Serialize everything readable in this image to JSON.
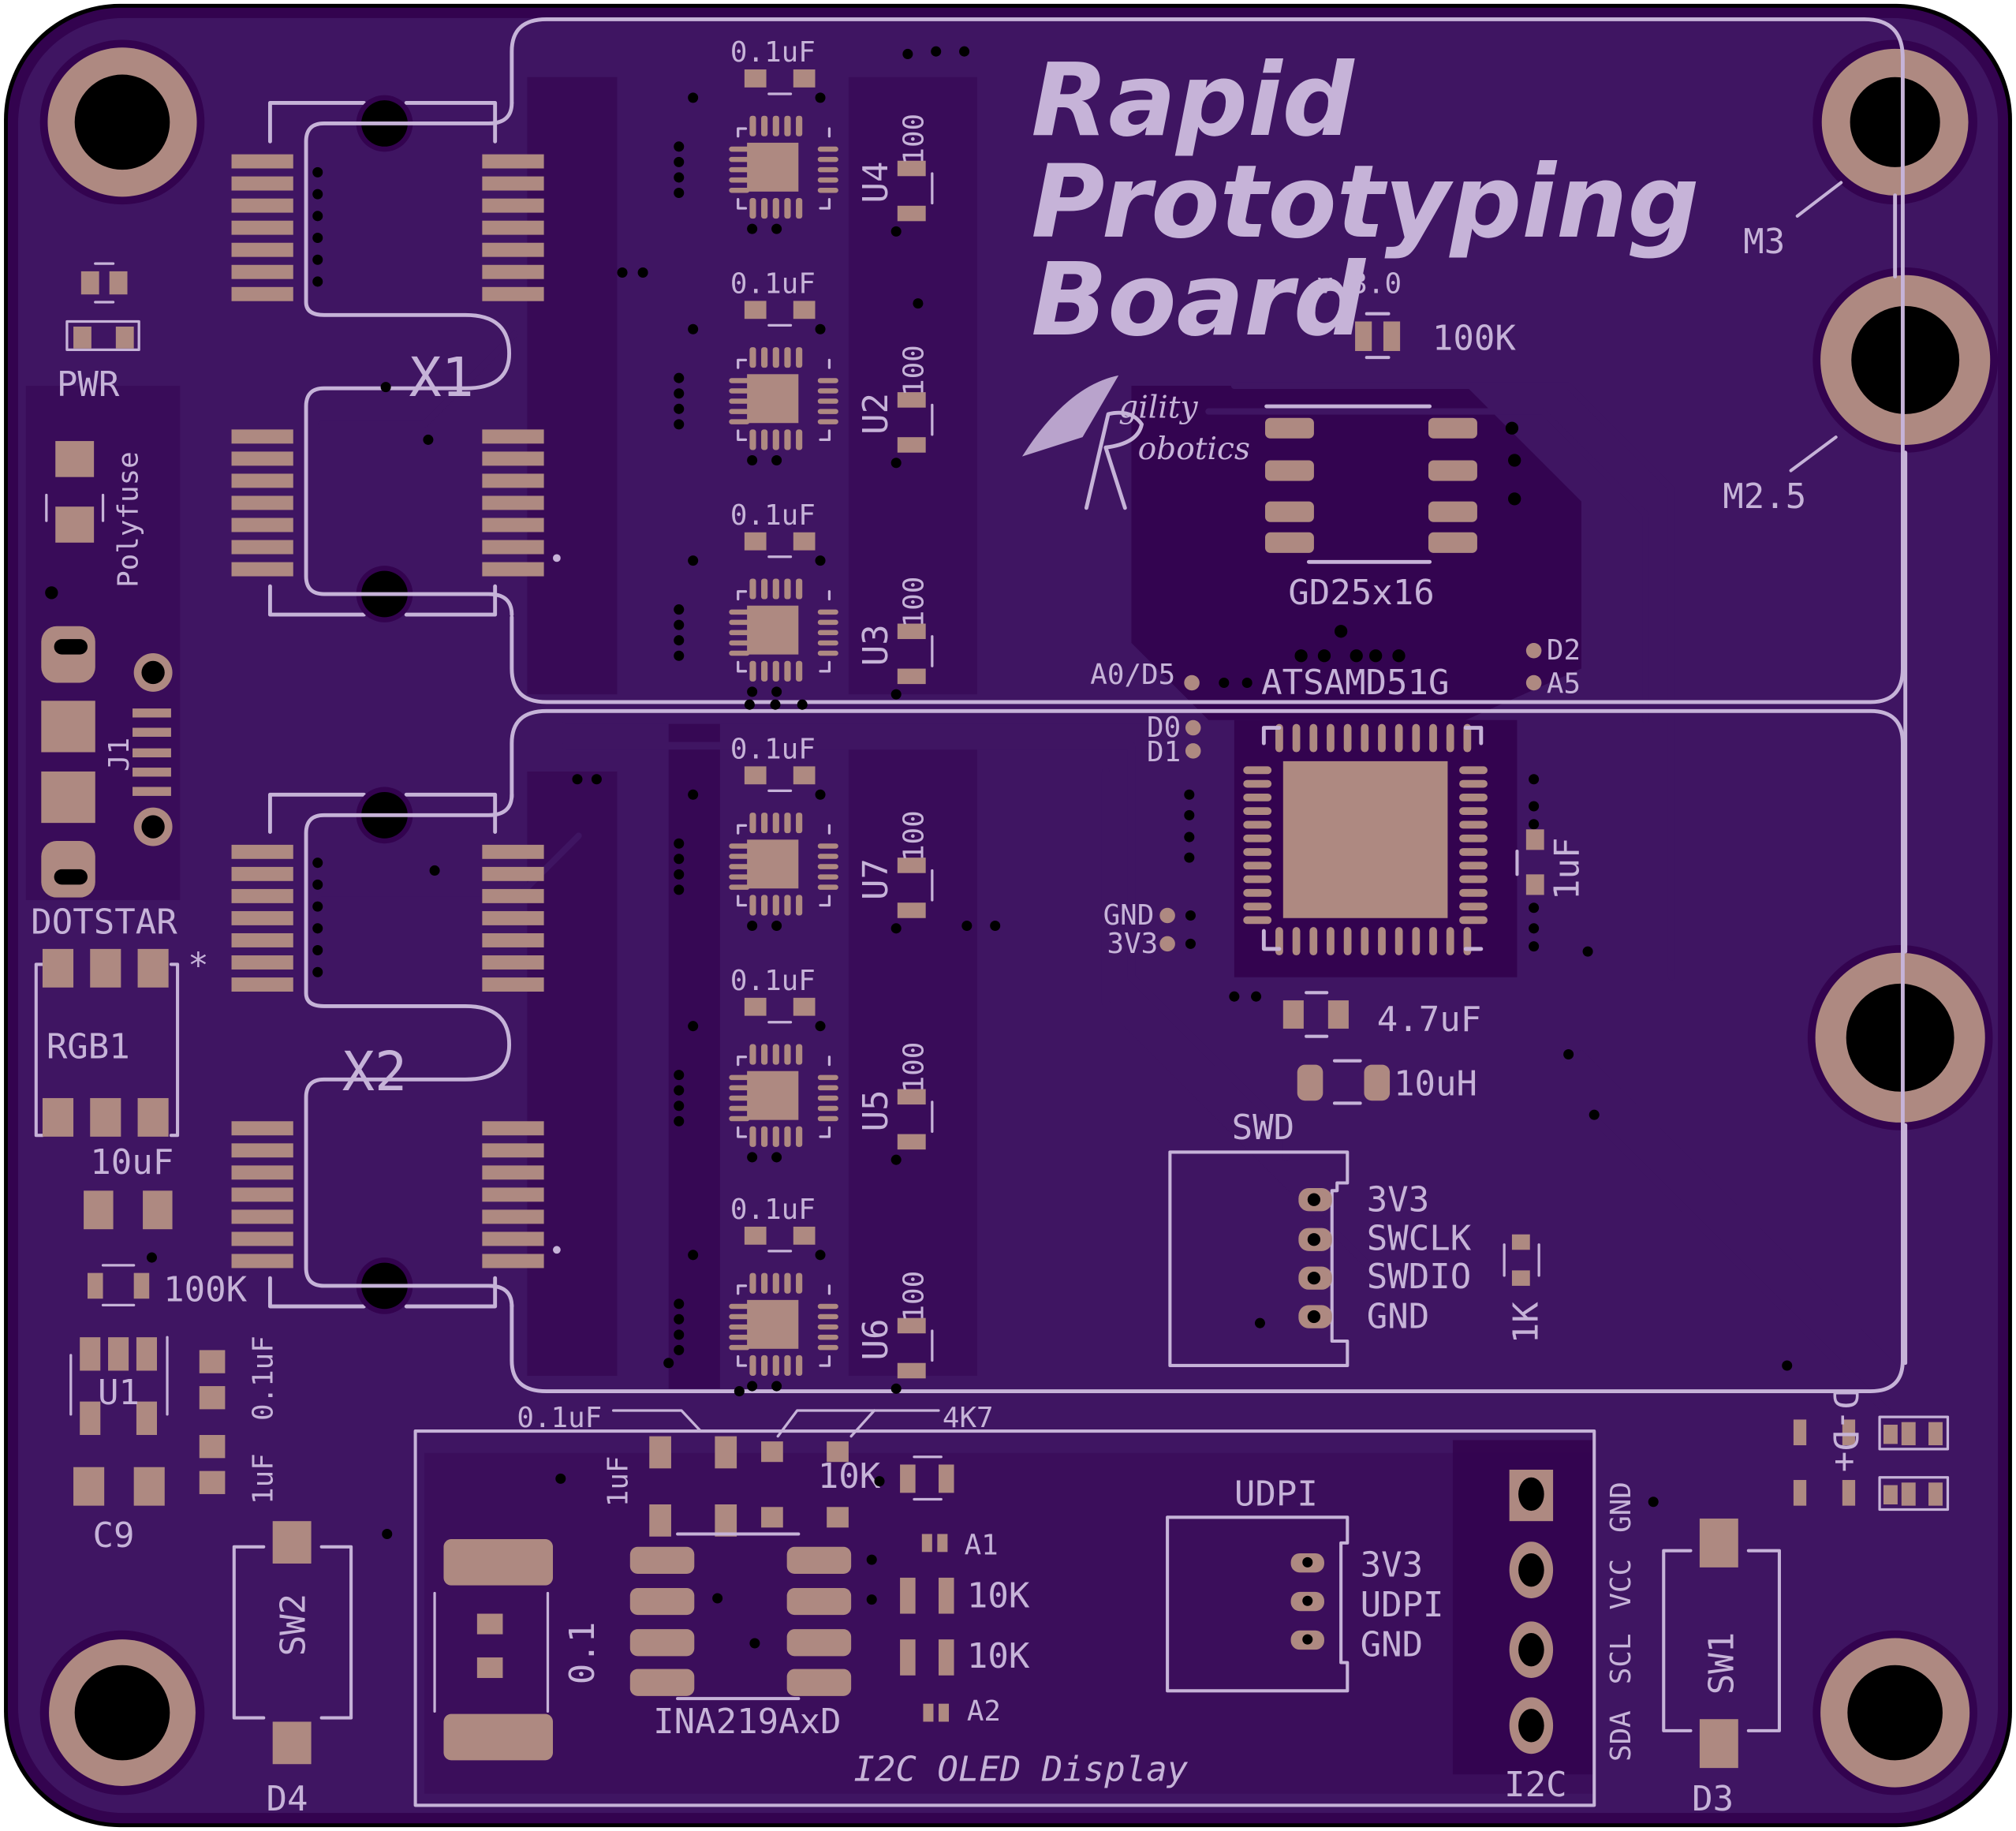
{
  "board": {
    "title_lines": [
      "Rapid",
      "Prototyping",
      "Board"
    ],
    "version": "v 3.0",
    "logo": {
      "line1": "gility",
      "line2": "obotics",
      "initial1": "A",
      "initial2": "R"
    },
    "colors": {
      "substrate": "#33034f",
      "copper_pour": "#3f1562",
      "pad": "#ae8981",
      "silkscreen": "#c6b3d8",
      "drill": "#000000"
    }
  },
  "mounting_holes": {
    "m3_label": "M3",
    "m25_label": "M2.5"
  },
  "connectors": {
    "x1": "X1",
    "x2": "X2",
    "j1": "J1",
    "swd": {
      "title": "SWD",
      "pins": [
        "3V3",
        "SWCLK",
        "SWDIO",
        "GND"
      ]
    },
    "udpi": {
      "title": "UDPI",
      "pins": [
        "3V3",
        "UDPI",
        "GND"
      ]
    },
    "i2c": {
      "title": "I2C",
      "pins": [
        "GND",
        "VCC",
        "SCL",
        "SDA"
      ],
      "display_label": "I2C OLED Display"
    }
  },
  "components": {
    "driver_chips": [
      {
        "ref": "U4",
        "cap": "0.1uF",
        "res": "100"
      },
      {
        "ref": "U2",
        "cap": "0.1uF",
        "res": "100"
      },
      {
        "ref": "U3",
        "cap": "0.1uF",
        "res": "100"
      },
      {
        "ref": "U7",
        "cap": "0.1uF",
        "res": "100"
      },
      {
        "ref": "U5",
        "cap": "0.1uF",
        "res": "100"
      },
      {
        "ref": "U6",
        "cap": "0.1uF",
        "res": "100"
      }
    ],
    "mcu": "ATSAMD51G",
    "flash": "GD25x16",
    "flash_res": "100K",
    "mcu_cap": "1uF",
    "cap_47": "4.7uF",
    "inductor": "10uH",
    "swd_res": "1K",
    "current_sensor": "INA219AxD",
    "shunt": "0.1",
    "ina_cap1": "0.1uF",
    "ina_cap2": "1uF",
    "pullups": "4K7",
    "res_10k": "10K",
    "addr_a1": "A1",
    "addr_a2": "A2",
    "pwr_led": "PWR",
    "polyfuse": "Polyfuse",
    "dotstar": "DOTSTAR",
    "rgb": "RGB1",
    "rgb_marker": "*",
    "cap_10uf": "10uF",
    "res_100k": "100K",
    "regulator": "U1",
    "reg_cap1": "0.1uF",
    "reg_cap2": "1uF",
    "c9": "C9",
    "sw1": "SW1",
    "sw2": "SW2",
    "d3": "D3",
    "d4": "D4",
    "usb_diodes": "D-D+"
  },
  "pin_labels": {
    "a0d5": "A0/D5",
    "d2": "D2",
    "a5": "A5",
    "d0": "D0",
    "d1": "D1",
    "gnd": "GND",
    "v33": "3V3"
  }
}
